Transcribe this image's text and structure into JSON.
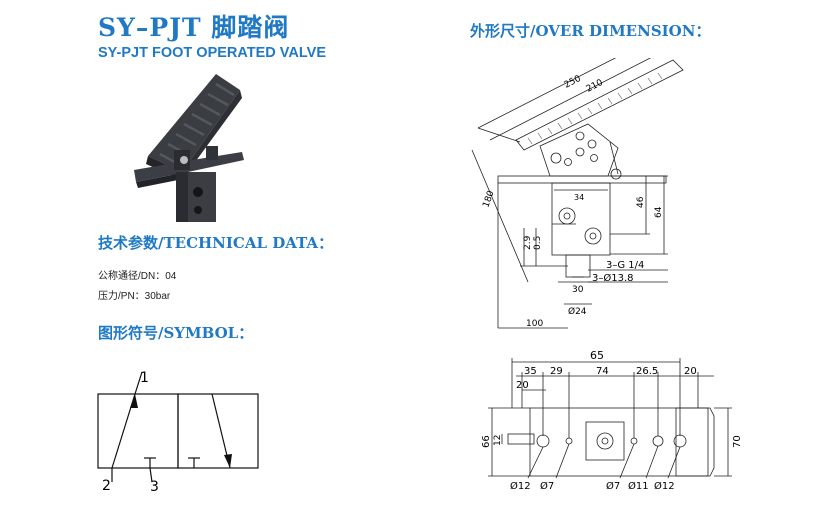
{
  "header": {
    "title": "SY–PJT 脚踏阀",
    "subtitle": "SY-PJT FOOT OPERATED VALVE"
  },
  "dimension_section": {
    "title": "外形尺寸/OVER DIMENSION：",
    "side_view": {
      "d250": "250",
      "d210": "210",
      "d180": "180",
      "d34": "34",
      "d46": "46",
      "d64": "64",
      "d29": "2.9",
      "d05": "0.5",
      "d30": "30",
      "d24": "Ø24",
      "port": "3–G 1/4",
      "hole": "3–Ø13.8",
      "d100": "100"
    },
    "bottom_view": {
      "d65": "65",
      "d35": "35",
      "d29": "29",
      "d74": "74",
      "d265": "26.5",
      "d20r": "20",
      "d20l": "20",
      "d66": "66",
      "d12": "12",
      "d70": "70",
      "h12a": "Ø12",
      "h7a": "Ø7",
      "h7b": "Ø7",
      "h11": "Ø11",
      "h12b": "Ø12"
    }
  },
  "technical": {
    "title": "技术参数/TECHNICAL DATA：",
    "dn": "公称通径/DN：04",
    "pn": "压力/PN：30bar"
  },
  "symbol": {
    "title": "图形符号/SYMBOL：",
    "port1": "1",
    "port2": "2",
    "port3": "3"
  }
}
